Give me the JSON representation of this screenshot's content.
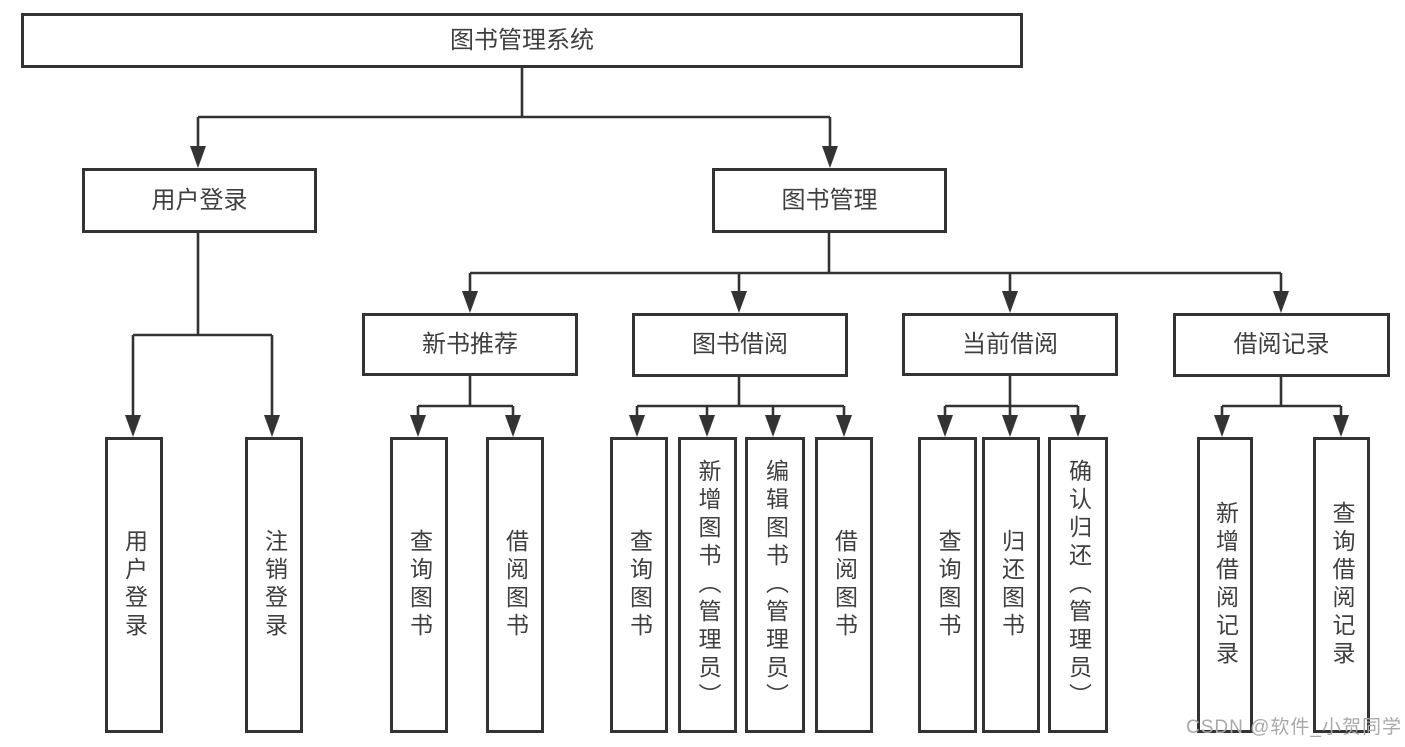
{
  "diagram": {
    "title": "图书管理系统",
    "nodes": [
      {
        "id": "root",
        "label": "图书管理系统",
        "parent": null,
        "orientation": "horizontal"
      },
      {
        "id": "user-login",
        "label": "用户登录",
        "parent": "root",
        "orientation": "horizontal"
      },
      {
        "id": "book-management",
        "label": "图书管理",
        "parent": "root",
        "orientation": "horizontal"
      },
      {
        "id": "new-book-recommend",
        "label": "新书推荐",
        "parent": "book-management",
        "orientation": "horizontal"
      },
      {
        "id": "book-borrowing",
        "label": "图书借阅",
        "parent": "book-management",
        "orientation": "horizontal"
      },
      {
        "id": "current-borrowing",
        "label": "当前借阅",
        "parent": "book-management",
        "orientation": "horizontal"
      },
      {
        "id": "borrowing-records",
        "label": "借阅记录",
        "parent": "book-management",
        "orientation": "horizontal"
      },
      {
        "id": "user-login-leaf",
        "label": "用户登录",
        "parent": "user-login",
        "orientation": "vertical"
      },
      {
        "id": "logout-leaf",
        "label": "注销登录",
        "parent": "user-login",
        "orientation": "vertical"
      },
      {
        "id": "query-books-1",
        "label": "查询图书",
        "parent": "new-book-recommend",
        "orientation": "vertical"
      },
      {
        "id": "borrow-books-1",
        "label": "借阅图书",
        "parent": "new-book-recommend",
        "orientation": "vertical"
      },
      {
        "id": "query-books-2",
        "label": "查询图书",
        "parent": "book-borrowing",
        "orientation": "vertical"
      },
      {
        "id": "add-books-admin",
        "label": "新增图书（管理员）",
        "parent": "book-borrowing",
        "orientation": "vertical"
      },
      {
        "id": "edit-books-admin",
        "label": "编辑图书（管理员）",
        "parent": "book-borrowing",
        "orientation": "vertical"
      },
      {
        "id": "borrow-books-2",
        "label": "借阅图书",
        "parent": "book-borrowing",
        "orientation": "vertical"
      },
      {
        "id": "query-books-3",
        "label": "查询图书",
        "parent": "current-borrowing",
        "orientation": "vertical"
      },
      {
        "id": "return-books",
        "label": "归还图书",
        "parent": "current-borrowing",
        "orientation": "vertical"
      },
      {
        "id": "confirm-return-admin",
        "label": "确认归还（管理员）",
        "parent": "current-borrowing",
        "orientation": "vertical"
      },
      {
        "id": "add-borrow-record",
        "label": "新增借阅记录",
        "parent": "borrowing-records",
        "orientation": "vertical"
      },
      {
        "id": "query-borrow-record",
        "label": "查询借阅记录",
        "parent": "borrowing-records",
        "orientation": "vertical"
      }
    ]
  },
  "watermark": "CSDN @软件_小贺同学",
  "colors": {
    "line": "#333333",
    "text": "#3f3f3f",
    "watermark": "#a9a9a9",
    "background": "#ffffff"
  }
}
